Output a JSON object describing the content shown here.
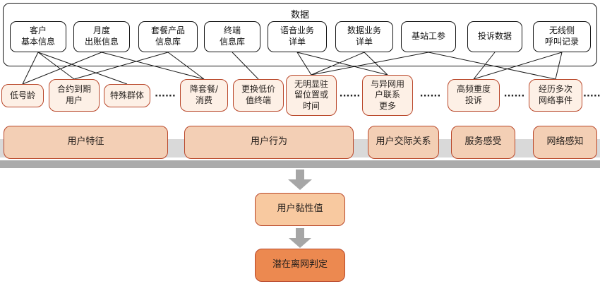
{
  "panel": {
    "title": "数据"
  },
  "data_sources": [
    {
      "label": "客户\n基本信息"
    },
    {
      "label": "月度\n出账信息"
    },
    {
      "label": "套餐产品\n信息库"
    },
    {
      "label": "终端\n信息库"
    },
    {
      "label": "语音业务\n详单"
    },
    {
      "label": "数据业务\n详单"
    },
    {
      "label": "基站工参"
    },
    {
      "label": "投诉数据"
    },
    {
      "label": "无线侧\n呼叫记录"
    }
  ],
  "features": [
    {
      "label": "低号龄"
    },
    {
      "label": "合约到期\n用户"
    },
    {
      "label": "特殊群体"
    },
    {
      "label": "降套餐/\n消费"
    },
    {
      "label": "更换低价\n值终端"
    },
    {
      "label": "无明显驻\n留位置或\n时间"
    },
    {
      "label": "与异网用\n户联系\n更多"
    },
    {
      "label": "高频重度\n投诉"
    },
    {
      "label": "经历多次\n网络事件"
    }
  ],
  "categories": [
    {
      "label": "用户特征"
    },
    {
      "label": "用户行为"
    },
    {
      "label": "用户交际关系"
    },
    {
      "label": "服务感受"
    },
    {
      "label": "网络感知"
    }
  ],
  "outputs": {
    "stickiness_label": "用户黏性值",
    "churn_label": "潜在离网判定"
  },
  "misc": {
    "dots": "······"
  },
  "edges": [
    [
      0,
      0
    ],
    [
      0,
      1
    ],
    [
      0,
      2
    ],
    [
      1,
      0
    ],
    [
      1,
      3
    ],
    [
      2,
      1
    ],
    [
      2,
      3
    ],
    [
      3,
      4
    ],
    [
      4,
      5
    ],
    [
      4,
      6
    ],
    [
      5,
      5
    ],
    [
      5,
      6
    ],
    [
      6,
      5
    ],
    [
      6,
      8
    ],
    [
      7,
      7
    ],
    [
      8,
      7
    ],
    [
      8,
      8
    ]
  ],
  "colors": {
    "node-border": "#b9472a",
    "feature-fill": "#fdf0e6",
    "category-fill": "#f3cfb5",
    "stickiness-fill": "#f8c9a0",
    "churn-fill": "#ec8950",
    "panel-border": "#141414",
    "band-light": "#d9d9d9",
    "band-dark": "#ababab",
    "arrow-gray": "#a6a6a6",
    "line-color": "#1a1a1a"
  }
}
